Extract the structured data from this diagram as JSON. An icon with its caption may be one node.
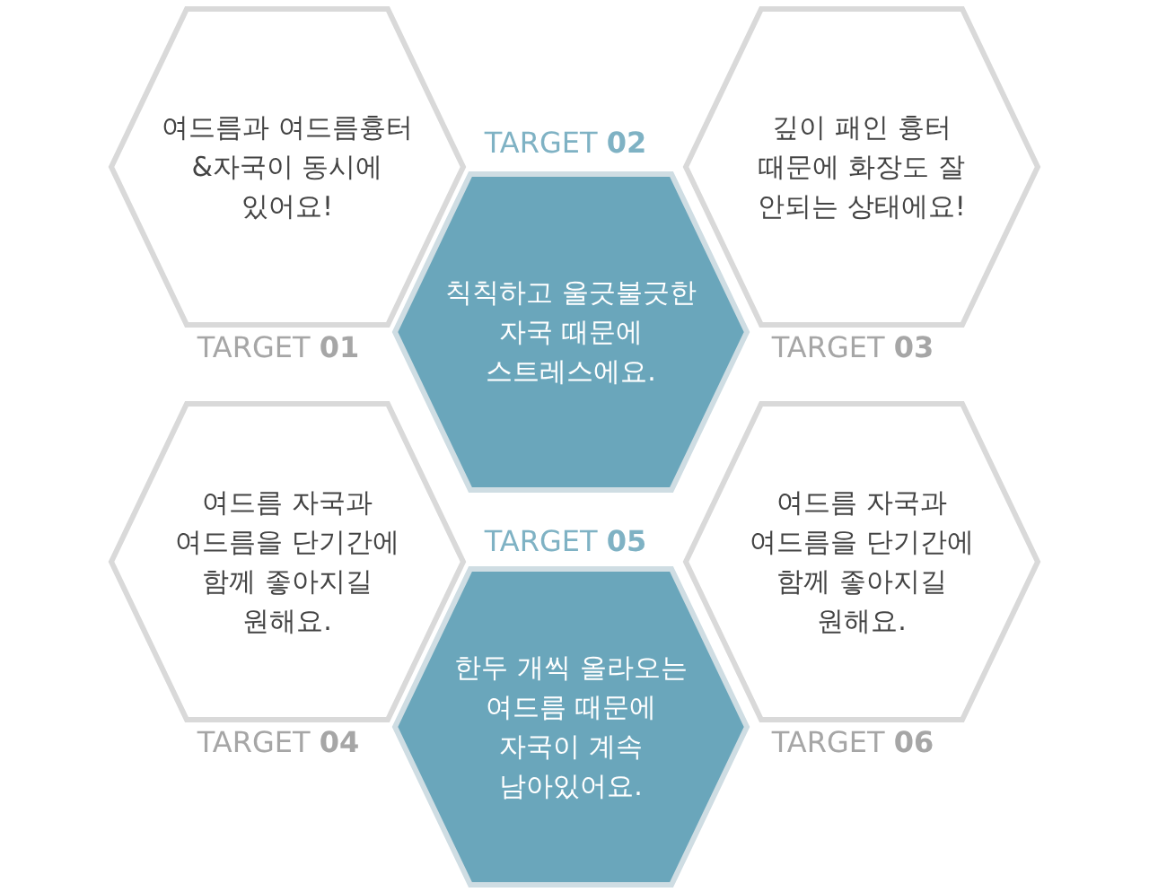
{
  "diagram": {
    "nodes": [
      {
        "text": [
          "여드름과 여드름흉터&자국이 동시에 있어요!"
        ],
        "beside": [
          "TARGET **01**"
        ]
      },
      {
        "text": [
          "칙칙하고 울긋불긋한 자국 때문에 스트레스에요."
        ],
        "beside": [
          "TARGET **02**"
        ]
      },
      {
        "text": [
          "깊이 패인 흉터 때문에 화장도 잘 안되는 상태에요!"
        ],
        "beside": [
          "TARGET **03**"
        ]
      },
      {
        "text": [
          "여드름 자국과 여드름을 단기간에 함께 좋아지길 원해요."
        ],
        "beside": [
          "TARGET **04**"
        ]
      },
      {
        "text": [
          "한두 개씩 올라오는 여드름 때문에 자국이 계속 남아있어요."
        ],
        "beside": [
          "TARGET **05**"
        ]
      },
      {
        "text": [
          "여드름 자국과 여드름을 단기간에 함께 좋아지길 원해요."
        ],
        "beside": [
          "TARGET **06**"
        ]
      }
    ]
  }
}
